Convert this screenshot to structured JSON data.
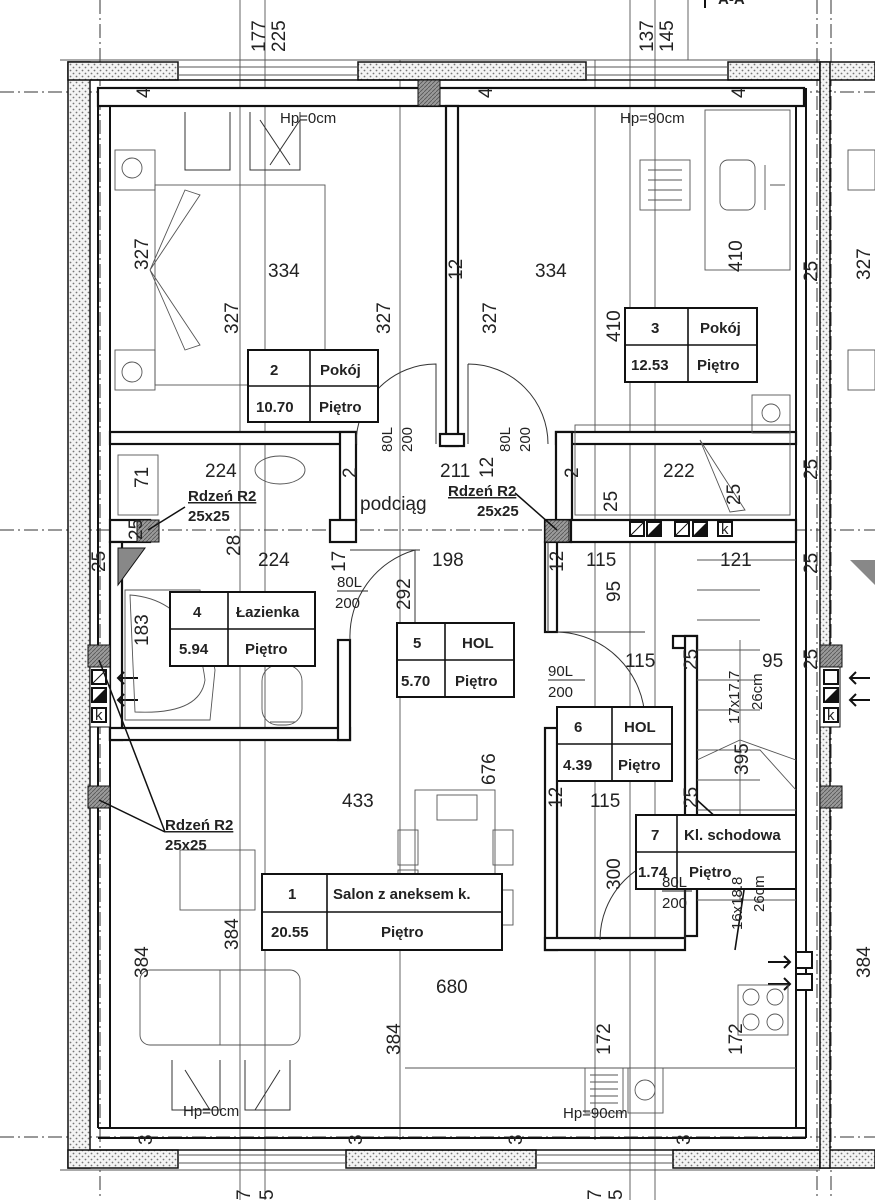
{
  "rooms": [
    {
      "number": "1",
      "name": "Salon z aneksem k.",
      "area": "20.55",
      "level": "Piętro"
    },
    {
      "number": "2",
      "name": "Pokój",
      "area": "10.70",
      "level": "Piętro"
    },
    {
      "number": "3",
      "name": "Pokój",
      "area": "12.53",
      "level": "Piętro"
    },
    {
      "number": "4",
      "name": "Łazienka",
      "area": "5.94",
      "level": "Piętro"
    },
    {
      "number": "5",
      "name": "HOL",
      "area": "5.70",
      "level": "Piętro"
    },
    {
      "number": "6",
      "name": "HOL",
      "area": "4.39",
      "level": "Piętro"
    },
    {
      "number": "7",
      "name": "Kl. schodowa",
      "area": "1.74",
      "level": "Piętro"
    }
  ],
  "annotations": {
    "hp_top_left": "Hp=0cm",
    "hp_top_right": "Hp=90cm",
    "hp_bottom_left": "Hp=0cm",
    "hp_bottom_right": "Hp=90cm",
    "beam": "podciąg",
    "core1_name": "Rdzeń R2",
    "core1_size": "25x25",
    "core2_name": "Rdzeń R2",
    "core2_size": "25x25",
    "core3_name": "Rdzeń R2",
    "core3_size": "25x25",
    "stairs_size1": "17x17.7",
    "stairs_size2": "26cm",
    "stairs2_size1": "16x18.8",
    "stairs2_size2": "26cm",
    "header_fragment": "A-A",
    "door1_a": "80L",
    "door1_b": "200",
    "door2_a": "80L",
    "door2_b": "200",
    "door3_a": "80L",
    "door3_b": "200",
    "door4_a": "90L",
    "door4_b": "200",
    "door5_a": "80L",
    "door5_b": "200"
  },
  "dimensions": {
    "top_a": "177",
    "top_b": "225",
    "top_c": "137",
    "top_d": "145",
    "t1": "4",
    "t2": "4",
    "t3": "4",
    "r2_w": "334",
    "r2_h_outer": "327",
    "r2_h_inner": "327",
    "r2_h_wall": "327",
    "r3_h_wall": "327",
    "wall12": "12",
    "r3_w": "334",
    "r3_h": "410",
    "r3_h2": "410",
    "row2_left": "224",
    "row2_mid": "211",
    "row2_right": "222",
    "row2_a": "2",
    "row2_b": "12",
    "row2_c": "2",
    "row2_d": "25",
    "row2_e": "71",
    "row3_left": "224",
    "row3_mid": "198",
    "row3_a": "115",
    "row3_b": "121",
    "row3_c": "17",
    "row3_d": "12",
    "row3_e": "25",
    "row3_f": "25",
    "bath_h": "183",
    "bath_d": "292",
    "r28": "28",
    "hall_95": "95",
    "hall_115": "115",
    "hall_25": "25",
    "hall_95b": "95",
    "hall_25b": "25",
    "living_433": "433",
    "living_676": "676",
    "hall6_115": "115",
    "hall6_12": "12",
    "hall6_25": "25",
    "stairs_395": "395",
    "stairs_300": "300",
    "left_384": "384",
    "inner_384": "384",
    "living_680": "680",
    "living_384b": "384",
    "kitchen_172": "172",
    "kitchen_172b": "172",
    "bot_7a": "7",
    "bot_5a": "5",
    "bot_7b": "7",
    "bot_5b": "5",
    "side_3": "3",
    "side_3b": "3",
    "side_3c": "3",
    "side_3d": "3",
    "side_25": "25",
    "side_25b": "25",
    "side_25c": "25",
    "side_25d": "25",
    "right_327": "327",
    "right_384": "384"
  },
  "symbols": {
    "vent_labels": [
      "k",
      "k",
      "k"
    ]
  }
}
